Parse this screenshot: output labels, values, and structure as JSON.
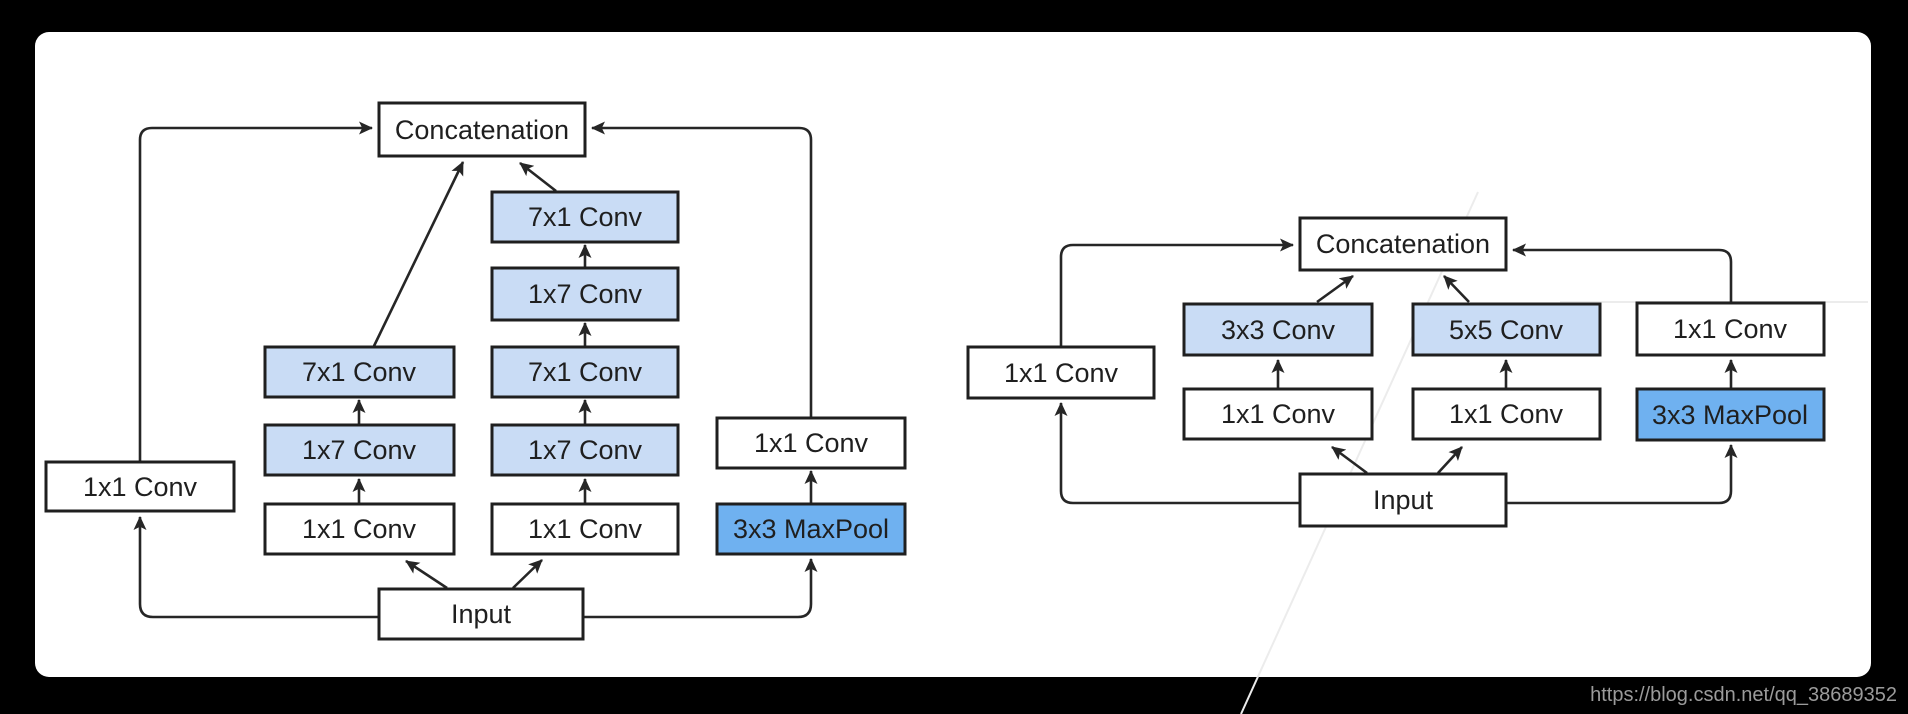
{
  "colors": {
    "frame_black": "#000000",
    "panel_white": "#ffffff",
    "box_white": "#ffffff",
    "box_light_blue": "#c9dcf5",
    "box_medium_blue": "#6fb1f0",
    "border": "#1f1f1f",
    "line": "#262626",
    "text": "#1f1f1f",
    "faint_line": "#ececec",
    "watermark_gray": "#9b9b9b"
  },
  "watermark": "https://blog.csdn.net/qq_38689352",
  "left_diagram": {
    "concatenation": "Concatenation",
    "input": "Input",
    "branch1": [
      "1x1 Conv"
    ],
    "branch2": [
      "1x1 Conv",
      "1x7 Conv",
      "7x1 Conv"
    ],
    "branch3": [
      "1x1 Conv",
      "1x7 Conv",
      "7x1 Conv",
      "1x7 Conv",
      "7x1 Conv"
    ],
    "branch4": [
      "3x3 MaxPool",
      "1x1 Conv"
    ]
  },
  "right_diagram": {
    "concatenation": "Concatenation",
    "input": "Input",
    "branch1": [
      "1x1 Conv"
    ],
    "branch2": [
      "1x1 Conv",
      "3x3 Conv"
    ],
    "branch3": [
      "1x1 Conv",
      "5x5 Conv"
    ],
    "branch4": [
      "3x3 MaxPool",
      "1x1 Conv"
    ]
  }
}
